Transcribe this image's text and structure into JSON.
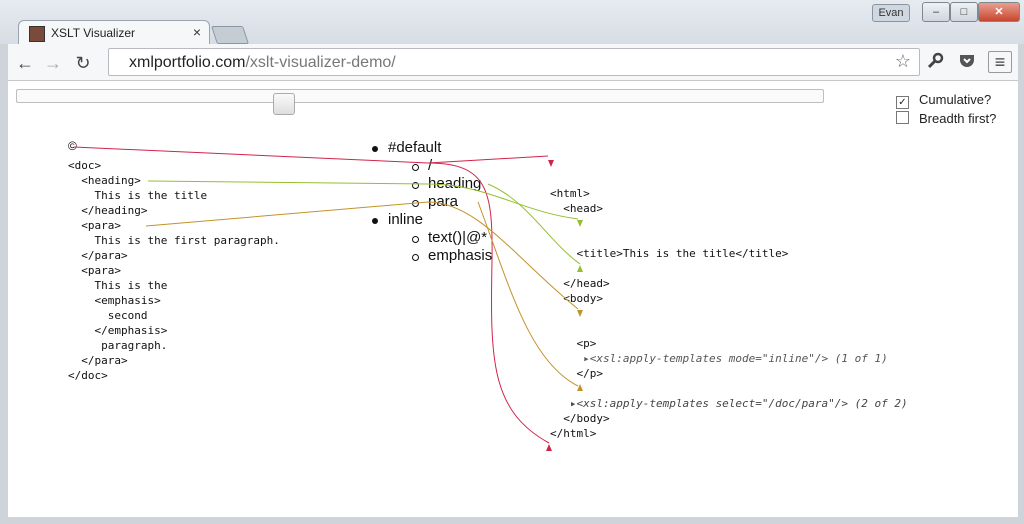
{
  "browser": {
    "tab_title": "XSLT Visualizer",
    "tab_close": "×",
    "user_name": "Evan",
    "url_domain": "xmlportfolio.com",
    "url_path": "/xslt-visualizer-demo/",
    "buttons": {
      "back": "←",
      "forward": "→",
      "reload": "↻",
      "star": "☆",
      "minimize": "–",
      "maximize": "□",
      "close": "✕",
      "menu": "≡"
    }
  },
  "controls": {
    "cumulative_label": "Cumulative?",
    "cumulative_checked": true,
    "cumulative_check": "✓",
    "breadth_label": "Breadth first?",
    "breadth_checked": false,
    "slider_position": 0.33
  },
  "source": {
    "root_marker": "©",
    "lines": [
      "<doc>",
      "  <heading>",
      "    This is the title",
      "  </heading>",
      "  <para>",
      "    This is the first paragraph.",
      "  </para>",
      "  <para>",
      "    This is the",
      "    <emphasis>",
      "      second",
      "    </emphasis>",
      "     paragraph.",
      "  </para>",
      "</doc>"
    ]
  },
  "templates": {
    "modes": [
      {
        "name": "#default",
        "rules": [
          "/",
          "heading",
          "para"
        ]
      },
      {
        "name": "inline",
        "rules": [
          "text()|@*",
          "emphasis"
        ]
      }
    ]
  },
  "output": {
    "lines": [
      {
        "text": "<html>"
      },
      {
        "text": "  <head>"
      },
      {
        "text": ""
      },
      {
        "text": ""
      },
      {
        "text": "    <title>This is the title</title>"
      },
      {
        "text": ""
      },
      {
        "text": "  </head>"
      },
      {
        "text": "  <body>"
      },
      {
        "text": ""
      },
      {
        "text": ""
      },
      {
        "text": "    <p>"
      },
      {
        "text": "      <xsl:apply-templates mode=\"inline\"/> (1 of 1)",
        "pending": true
      },
      {
        "text": "    </p>"
      },
      {
        "text": ""
      },
      {
        "text": "    <xsl:apply-templates select=\"/doc/para\"/> (2 of 2)",
        "pending": true
      },
      {
        "text": "  </body>"
      },
      {
        "text": "</html>"
      }
    ]
  },
  "colors": {
    "root": "#d1244a",
    "heading": "#93c02e",
    "para": "#c3922a"
  }
}
